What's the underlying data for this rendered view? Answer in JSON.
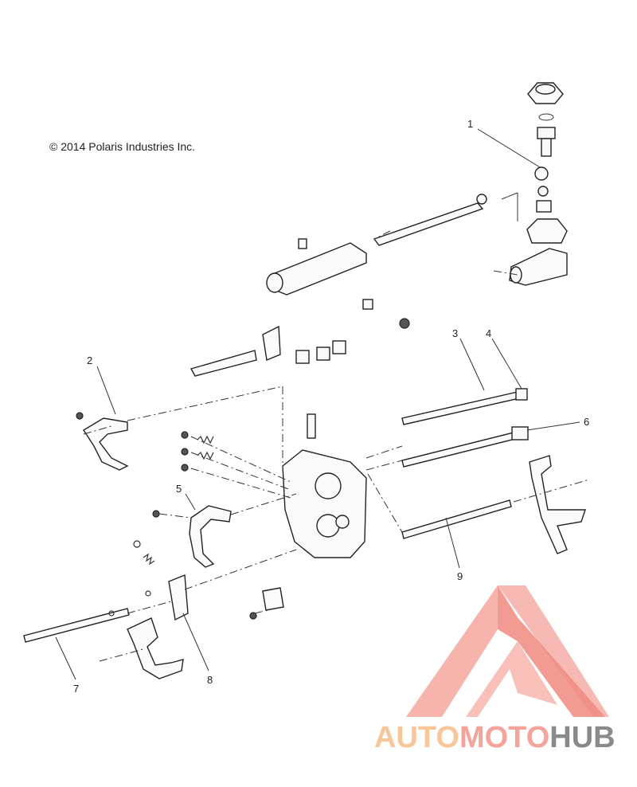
{
  "copyright": "© 2014 Polaris Industries Inc.",
  "callouts": {
    "c1": "1",
    "c2": "2",
    "c3": "3",
    "c4": "4",
    "c5": "5",
    "c6": "6",
    "c7": "7",
    "c8": "8",
    "c9": "9"
  },
  "watermark": {
    "part1": "AUTO",
    "part2": "MOTO",
    "part3": "HUB",
    "colors": {
      "logo": "#f08a80",
      "auto": "#f7c79a",
      "moto": "#f4a49b",
      "hub": "#8a8a8a"
    }
  }
}
